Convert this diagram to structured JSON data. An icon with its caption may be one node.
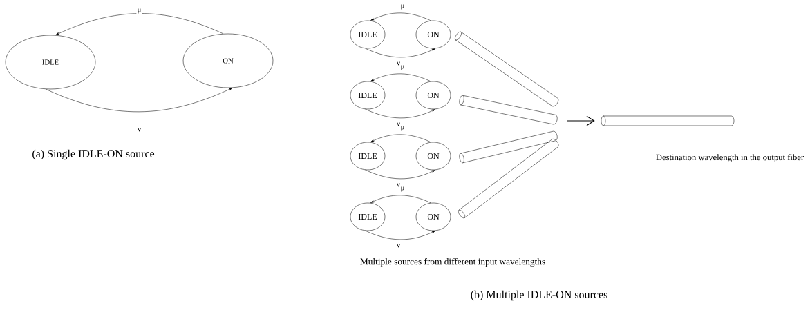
{
  "diagram": {
    "nodes": [
      {
        "text": [
          "IDLE"
        ]
      },
      {
        "text": [
          "ON"
        ]
      },
      {
        "text": [
          "IDLE"
        ]
      },
      {
        "text": [
          "ON"
        ]
      },
      {
        "text": [
          "IDLE"
        ]
      },
      {
        "text": [
          "ON"
        ]
      },
      {
        "text": [
          "IDLE"
        ]
      },
      {
        "text": [
          "ON"
        ]
      },
      {
        "text": [
          "IDLE"
        ]
      },
      {
        "text": [
          "ON"
        ]
      },
      {
        "text": [],
        "shape": "cylinder"
      },
      {
        "text": [],
        "shape": "cylinder"
      },
      {
        "text": [],
        "shape": "cylinder"
      },
      {
        "text": [],
        "shape": "cylinder"
      },
      {
        "text": [],
        "shape": "cylinder",
        "beside": [
          "Destination wavelength in the output fiber"
        ]
      }
    ],
    "edges": [
      {
        "from": 1,
        "to": 0,
        "arrow": "to",
        "label": "μ"
      },
      {
        "from": 0,
        "to": 1,
        "arrow": "to",
        "label": "ν"
      },
      {
        "from": 3,
        "to": 2,
        "arrow": "to",
        "label": "μ"
      },
      {
        "from": 2,
        "to": 3,
        "arrow": "to",
        "label": "ν"
      },
      {
        "from": 5,
        "to": 4,
        "arrow": "to",
        "label": "μ"
      },
      {
        "from": 4,
        "to": 5,
        "arrow": "to",
        "label": "ν"
      },
      {
        "from": 7,
        "to": 6,
        "arrow": "to",
        "label": "μ"
      },
      {
        "from": 6,
        "to": 7,
        "arrow": "to",
        "label": "ν"
      },
      {
        "from": 9,
        "to": 8,
        "arrow": "to",
        "label": "μ"
      },
      {
        "from": 8,
        "to": 9,
        "arrow": "to",
        "label": "ν"
      },
      {
        "from": null,
        "to": 14,
        "arrow": "to"
      }
    ],
    "labels": [
      "(a) Single IDLE-ON source",
      "Multiple sources from different input wavelengths",
      "(b) Multiple IDLE-ON sources"
    ]
  }
}
